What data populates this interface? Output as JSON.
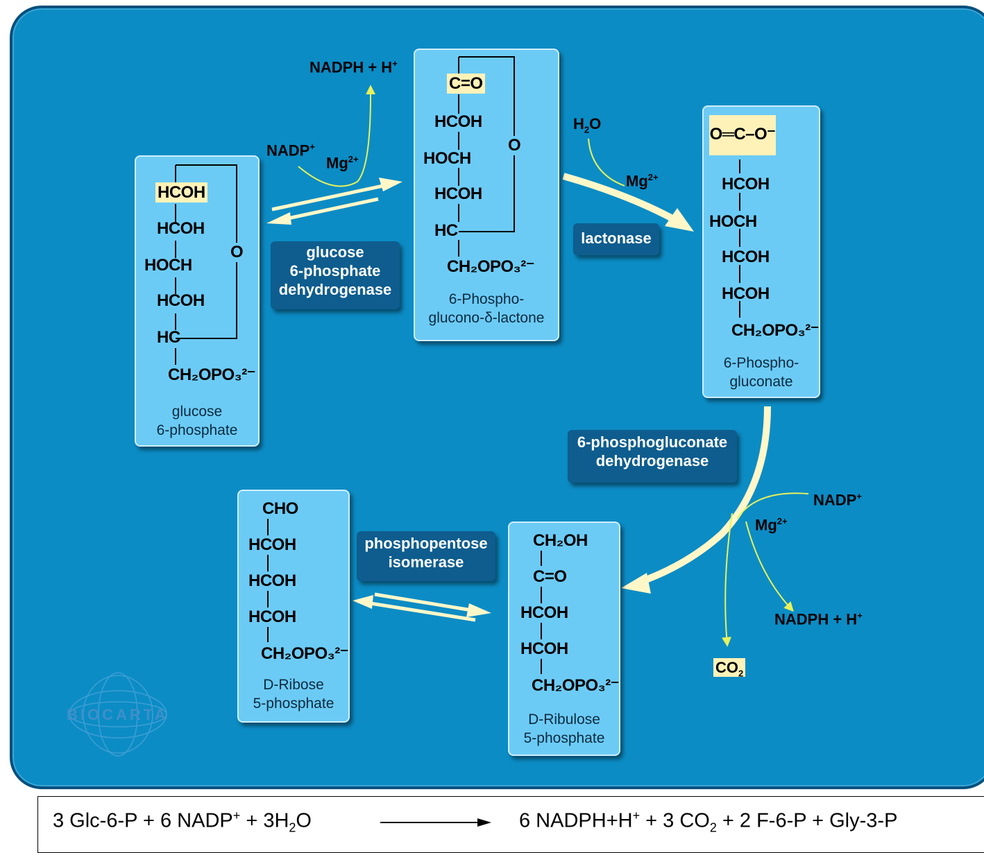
{
  "logo": "BIOCARTA",
  "molecules": {
    "glucose6p": {
      "rows": [
        "HCOH",
        "HCOH",
        "HOCH",
        "HCOH",
        "HC",
        "CH₂OPO₃²⁻"
      ],
      "ring_o": "O",
      "caption_lines": [
        "glucose",
        "6-phosphate"
      ]
    },
    "lactone": {
      "rows": [
        "C=O",
        "HCOH",
        "HOCH",
        "HCOH",
        "HC",
        "CH₂OPO₃²⁻"
      ],
      "ring_o": "O",
      "caption_lines": [
        "6-Phospho-",
        "glucono-δ-lactone"
      ]
    },
    "gluconate": {
      "top": "O═C–O⁻",
      "rows": [
        "HCOH",
        "HOCH",
        "HCOH",
        "HCOH",
        "CH₂OPO₃²⁻"
      ],
      "caption_lines": [
        "6-Phospho-",
        "gluconate"
      ]
    },
    "ribose5p": {
      "rows": [
        "CHO",
        "HCOH",
        "HCOH",
        "HCOH",
        "CH₂OPO₃²⁻"
      ],
      "caption_lines": [
        "D-Ribose",
        "5-phosphate"
      ]
    },
    "ribulose5p": {
      "rows": [
        "CH₂OH",
        "C=O",
        "HCOH",
        "HCOH",
        "CH₂OPO₃²⁻"
      ],
      "caption_lines": [
        "D-Ribulose",
        "5-phosphate"
      ]
    }
  },
  "enzymes": {
    "g6pd": [
      "glucose",
      "6-phosphate",
      "dehydrogenase"
    ],
    "lactonase": [
      "lactonase"
    ],
    "pgd": [
      "6-phosphogluconate",
      "dehydrogenase"
    ],
    "isomerase": [
      "phosphopentose",
      "isomerase"
    ]
  },
  "cofactors": {
    "nadph_top": {
      "base": "NADPH + H",
      "sup": "+"
    },
    "nadp_top": {
      "base": "NADP",
      "sup": "+"
    },
    "mg_top": {
      "base": "Mg",
      "sup": "2+"
    },
    "h2o": {
      "base": "H",
      "sub": "2",
      "tail": "O"
    },
    "mg_lactonase": {
      "base": "Mg",
      "sup": "2+"
    },
    "nadp_right": {
      "base": "NADP",
      "sup": "+"
    },
    "mg_right": {
      "base": "Mg",
      "sup": "2+"
    },
    "nadph_right": {
      "base": "NADPH + H",
      "sup": "+"
    },
    "co2": {
      "base": "CO",
      "sub": "2"
    }
  },
  "equation": {
    "left": {
      "a": "3 Glc-6-P + 6 NADP",
      "a_sup": "+",
      "b": " + 3H",
      "b_sub": "2",
      "c": "O"
    },
    "right": {
      "a": "6 NADPH+H",
      "a_sup": "+",
      "b": " + 3 CO",
      "b_sub": "2",
      "c": " + 2 F-6-P + Gly-3-P"
    }
  },
  "colors": {
    "background": "#0c8cc5",
    "molecule_box": "#6ccbf5",
    "enzyme_box": "#0e5d8e",
    "main_arrow": "#fff7c8",
    "cofactor_arrow": "#e8f25a",
    "highlight": "#fff2b8"
  }
}
